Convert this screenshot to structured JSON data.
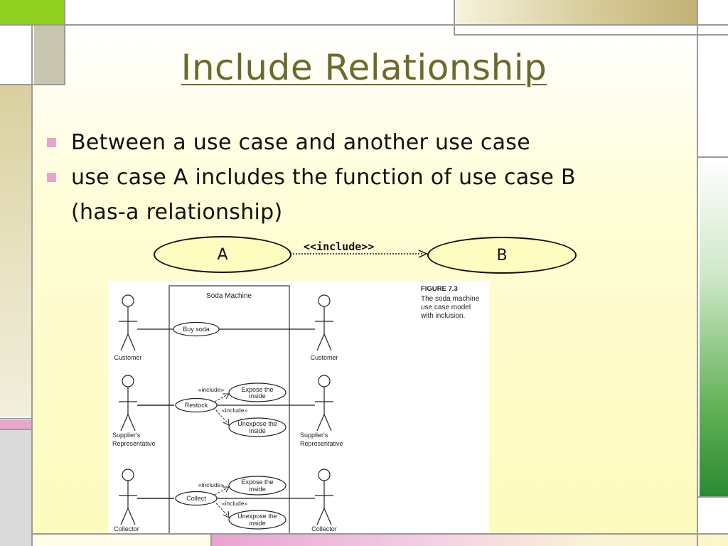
{
  "slide": {
    "title": "Include Relationship",
    "bullets": [
      "Between a use case and another use case",
      "use case A includes the function of use case B",
      "(has-a relationship)"
    ]
  },
  "diagram": {
    "use_case_a": "A",
    "use_case_b": "B",
    "relation_label": "<<include>>"
  },
  "figure": {
    "system_name": "Soda Machine",
    "caption_title": "FIGURE 7.3",
    "caption_lines": [
      "The soda machine",
      "use case model",
      "with inclusion."
    ],
    "actors": {
      "customer_left": "Customer",
      "customer_right": "Customer",
      "supplier_left_1": "Supplier's",
      "supplier_left_2": "Representative",
      "supplier_right_1": "Supplier's",
      "supplier_right_2": "Representative",
      "collector_left": "Collector",
      "collector_right": "Collector"
    },
    "use_cases": {
      "buy_soda": "Buy soda",
      "restock": "Restock",
      "collect": "Collect",
      "expose_1a": "Expose the",
      "expose_1b": "inside",
      "unexpose_1a": "Unexpose the",
      "unexpose_1b": "inside",
      "expose_2a": "Expose the",
      "expose_2b": "inside",
      "unexpose_2a": "Unexpose the",
      "unexpose_2b": "inside"
    },
    "include_label": "«include»"
  },
  "colors": {
    "title": "#6b6a2e",
    "bullet_marker": "#e9a3cf",
    "ellipse_fill": "#fefcbf",
    "frame_green": "#8fd020"
  }
}
